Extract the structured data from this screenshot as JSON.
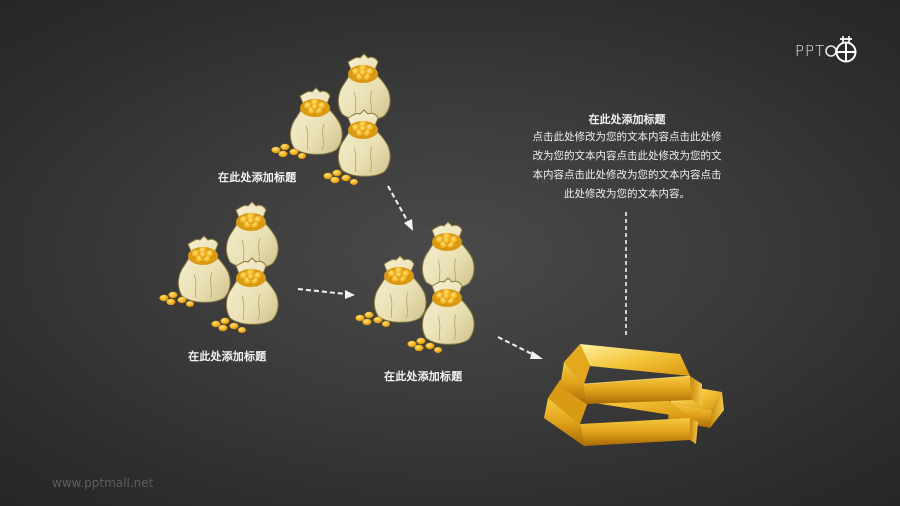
{
  "logo": {
    "text": "PPT",
    "icon": "ppt-cross-circle-logo-icon"
  },
  "watermark": "www.pptmall.net",
  "groups": [
    {
      "id": "top",
      "label": "在此处添加标题",
      "icon": "money-bags-icon"
    },
    {
      "id": "left",
      "label": "在此处添加标题",
      "icon": "money-bags-icon"
    },
    {
      "id": "middle",
      "label": "在此处添加标题",
      "icon": "money-bags-icon"
    }
  ],
  "result": {
    "icon": "gold-bars-icon"
  },
  "textblock": {
    "title": "在此处添加标题",
    "lines": [
      "点击此处修改为您的文本内容点击此处修",
      "改为您的文本内容点击此处修改为您的文",
      "本内容点击此处修改为您的文本内容点击",
      "此处修改为您的文本内容。"
    ]
  },
  "arrows": [
    {
      "from": "top",
      "to": "middle",
      "style": "dashed"
    },
    {
      "from": "left",
      "to": "middle",
      "style": "dashed"
    },
    {
      "from": "middle",
      "to": "result",
      "style": "dashed"
    }
  ],
  "colors": {
    "background": "#3a3a3a",
    "text": "#f2f2f2",
    "gold": "#e8b020",
    "bag": "#ece5bf"
  }
}
